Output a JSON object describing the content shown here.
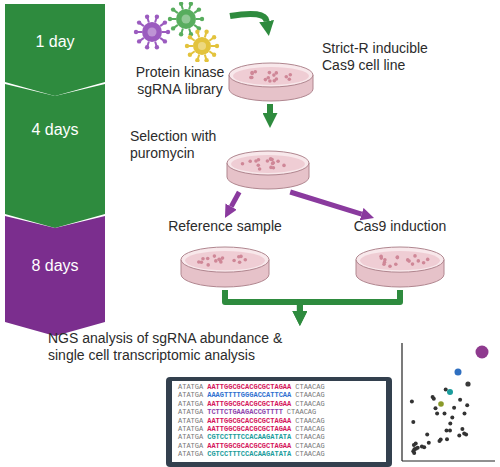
{
  "diagram": {
    "nodes": [
      {
        "text": [
          "1 day"
        ]
      },
      {
        "text": [
          "4 days"
        ]
      },
      {
        "text": [
          "8 days"
        ]
      },
      {
        "text": [
          "Protein kinase sgRNA library"
        ]
      },
      {
        "text": [
          "Strict-R inducible Cas9 cell line"
        ]
      },
      {
        "text": [
          "Selection with puromycin"
        ]
      },
      {
        "text": [
          "Reference sample"
        ]
      },
      {
        "text": [
          "Cas9 induction"
        ]
      },
      {
        "text": [
          "NGS analysis of sgRNA abundance & single cell transcriptomic analysis"
        ]
      }
    ],
    "edges": [
      {
        "from": 3,
        "to": 4,
        "arrow": "to"
      },
      {
        "from": 4,
        "to": 5,
        "arrow": "to"
      },
      {
        "from": 5,
        "to": 6,
        "arrow": "to"
      },
      {
        "from": 5,
        "to": 7,
        "arrow": "to"
      },
      {
        "from": 6,
        "to": 8,
        "arrow": "to"
      },
      {
        "from": 7,
        "to": 8,
        "arrow": "to"
      }
    ],
    "labels": [
      "ATATGA",
      "AATTGGCGCACGCGCTAGAA",
      "CTAACAG",
      "ATATGA",
      "AAAGTTTTGGGACCATTCAA",
      "CTAACAG",
      "ATATGA",
      "AATTGGCGCACGCGCTAGAA",
      "CTAACAG",
      "ATATGA",
      "TCTTCTGAAGACCGTTTT",
      "CTAACAG",
      "ATATGA",
      "AATTGGCGCACGCGCTAGAA",
      "CTAACAG",
      "ATATGA",
      "AATTGGCGCACGCGCTAGAA",
      "CTAACAG",
      "ATATGA",
      "CGTCCTTTCCACAAGATATA",
      "CTAACAG",
      "ATATGA",
      "AATTGGCGCACGCGCTAGAA",
      "CTAACAG",
      "ATATGA",
      "CGTCCTTTCCACAAGATATA",
      "CTAACAG"
    ]
  }
}
